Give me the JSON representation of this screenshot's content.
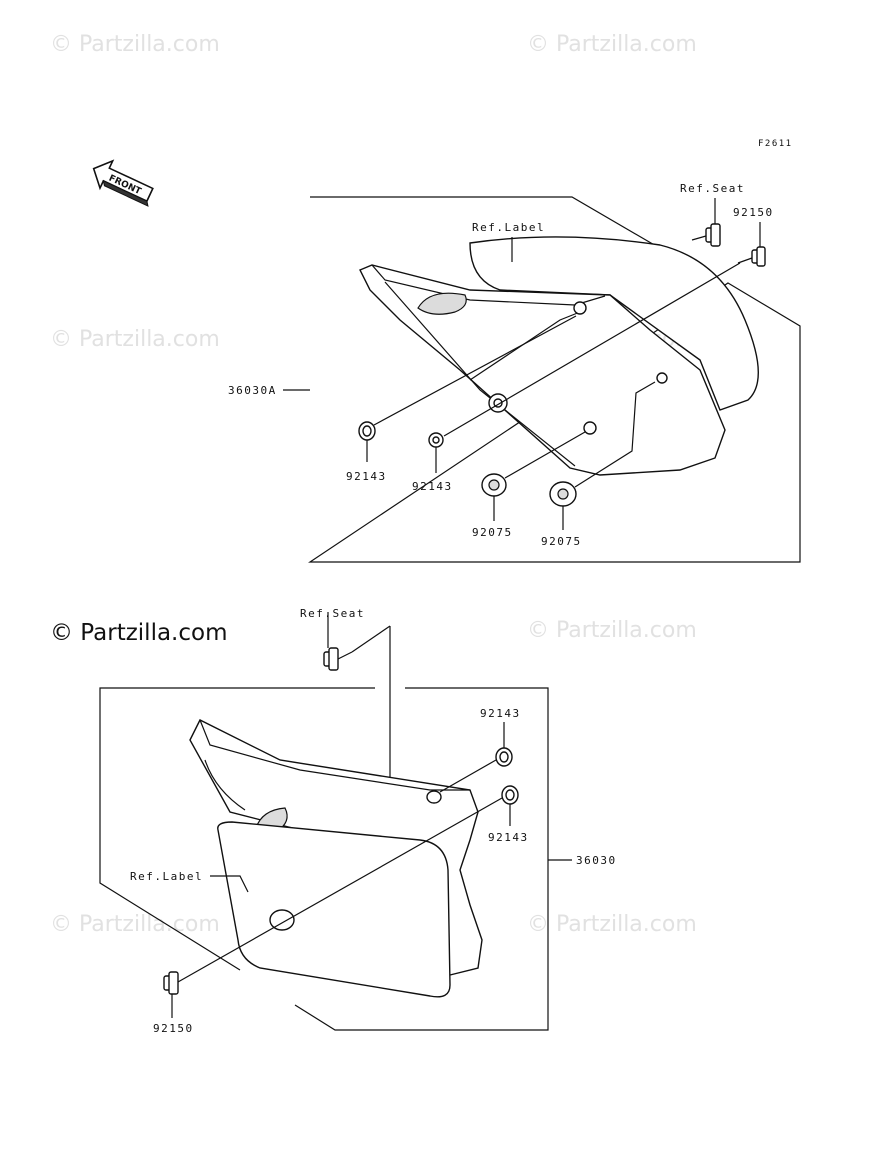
{
  "watermarks": {
    "faded": "© Partzilla.com",
    "main": "© Partzilla.com"
  },
  "diagram": {
    "figure_code": "F2611",
    "front_arrow": "FRONT",
    "upper": {
      "ref_seat": "Ref.Seat",
      "ref_label": "Ref.Label",
      "part_main": "36030A",
      "bolt": "92150",
      "collar_left": "92143",
      "collar_mid": "92143",
      "grommet_left": "92075",
      "grommet_right": "92075"
    },
    "lower": {
      "ref_seat": "Ref.Seat",
      "ref_label": "Ref.Label",
      "part_main": "36030",
      "collar_top": "92143",
      "collar_bottom": "92143",
      "bolt": "92150"
    }
  }
}
